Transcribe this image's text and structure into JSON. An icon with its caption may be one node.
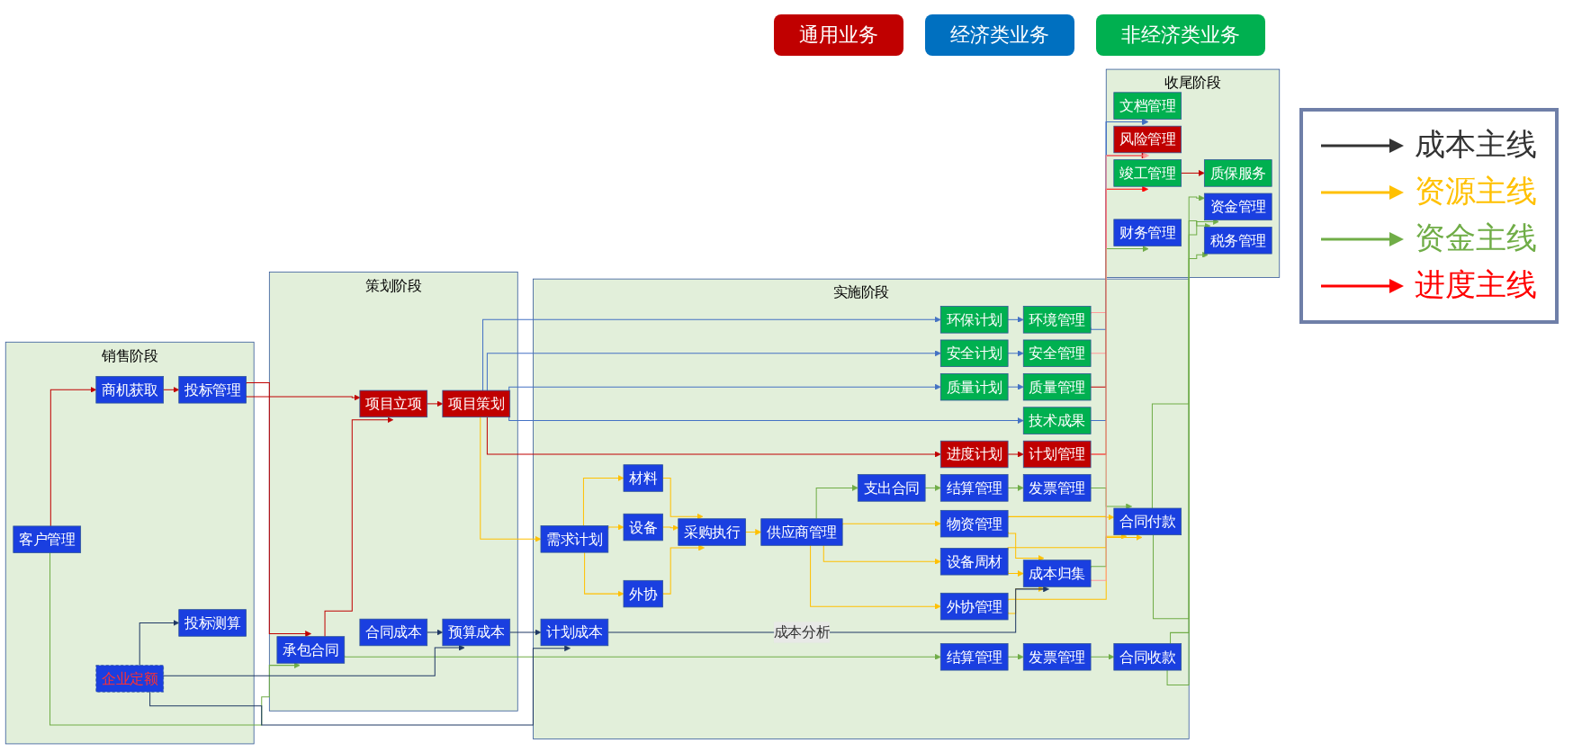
{
  "diagram": {
    "nodes": [
      {
        "text": [
          "销售阶段"
        ]
      },
      {
        "text": [
          "策划阶段"
        ]
      },
      {
        "text": [
          "实施阶段"
        ]
      },
      {
        "text": [
          "收尾阶段"
        ]
      },
      {
        "text": [
          "客户管理"
        ],
        "in": 0
      },
      {
        "text": [
          "商机获取"
        ],
        "in": 0
      },
      {
        "text": [
          "投标管理"
        ],
        "in": 0
      },
      {
        "text": [
          "投标测算"
        ],
        "in": 0
      },
      {
        "text": [
          "企业定额"
        ],
        "in": 0
      },
      {
        "text": [
          "承包合同"
        ],
        "in": 1
      },
      {
        "text": [
          "项目立项"
        ],
        "in": 1
      },
      {
        "text": [
          "项目策划"
        ],
        "in": 1
      },
      {
        "text": [
          "合同成本"
        ],
        "in": 1
      },
      {
        "text": [
          "预算成本"
        ],
        "in": 1
      },
      {
        "text": [
          "结算管理"
        ],
        "in": 2
      },
      {
        "text": [
          "发票管理"
        ],
        "in": 2
      },
      {
        "text": [
          "环保计划"
        ],
        "in": 2
      },
      {
        "text": [
          "环境管理"
        ],
        "in": 2
      },
      {
        "text": [
          "安全计划"
        ],
        "in": 2
      },
      {
        "text": [
          "安全管理"
        ],
        "in": 2
      },
      {
        "text": [
          "质量计划"
        ],
        "in": 2
      },
      {
        "text": [
          "质量管理"
        ],
        "in": 2
      },
      {
        "text": [
          "技术成果"
        ],
        "in": 2
      },
      {
        "text": [
          "进度计划"
        ],
        "in": 2
      },
      {
        "text": [
          "计划管理"
        ],
        "in": 2
      },
      {
        "text": [
          "需求计划"
        ],
        "in": 2
      },
      {
        "text": [
          "支出合同"
        ],
        "in": 2
      },
      {
        "text": [
          "结算管理"
        ],
        "in": 2
      },
      {
        "text": [
          "合同收款"
        ],
        "in": 2
      },
      {
        "text": [
          "发票管理"
        ],
        "in": 2
      },
      {
        "text": [
          "合同付款"
        ],
        "in": 2
      },
      {
        "text": [
          "材料"
        ],
        "in": 2
      },
      {
        "text": [
          "设备"
        ],
        "in": 2
      },
      {
        "text": [
          "外协"
        ],
        "in": 2
      },
      {
        "text": [
          "物资管理"
        ],
        "in": 2
      },
      {
        "text": [
          "供应商管理"
        ],
        "in": 2
      },
      {
        "text": [
          "设备周材"
        ],
        "in": 2
      },
      {
        "text": [
          "采购执行"
        ],
        "in": 2
      },
      {
        "text": [
          "外协管理"
        ],
        "in": 2
      },
      {
        "text": [
          "计划成本"
        ],
        "in": 2
      },
      {
        "text": [
          "成本归集"
        ],
        "in": 2
      },
      {
        "text": [
          "质保服务"
        ],
        "in": 3
      },
      {
        "text": [
          "竣工管理"
        ],
        "in": 3
      },
      {
        "text": [
          "文档管理"
        ],
        "in": 3
      },
      {
        "text": [
          "资金管理"
        ],
        "in": 3
      },
      {
        "text": [
          "税务管理"
        ],
        "in": 3
      },
      {
        "text": [
          "财务管理"
        ],
        "in": 3
      },
      {
        "text": [
          "风险管理"
        ],
        "in": 3
      }
    ],
    "edges": [
      {
        "from": 4,
        "to": 5,
        "arrow": "to",
        "color": "#c00000"
      },
      {
        "from": 5,
        "to": 6,
        "arrow": "to",
        "color": "#c00000"
      },
      {
        "from": 4,
        "to": 9,
        "arrow": "to",
        "color": "#70ad47"
      },
      {
        "from": 6,
        "to": 9,
        "arrow": "to",
        "color": "#c00000"
      },
      {
        "from": 6,
        "to": 10,
        "arrow": "to",
        "color": "#c00000"
      },
      {
        "from": 9,
        "to": 10,
        "arrow": "to",
        "color": "#c00000"
      },
      {
        "from": 10,
        "to": 11,
        "arrow": "to",
        "color": "#c00000"
      },
      {
        "from": 9,
        "to": 14,
        "arrow": "to",
        "color": "#70ad47"
      },
      {
        "from": 14,
        "to": 15,
        "arrow": "to",
        "color": "#70ad47"
      },
      {
        "from": 15,
        "to": 28,
        "arrow": "to",
        "color": "#70ad47"
      },
      {
        "from": 11,
        "to": 16,
        "arrow": "to",
        "color": "#4472c4"
      },
      {
        "from": 11,
        "to": 18,
        "arrow": "to",
        "color": "#4472c4"
      },
      {
        "from": 11,
        "to": 20,
        "arrow": "to",
        "color": "#4472c4"
      },
      {
        "from": 11,
        "to": 22,
        "arrow": "to",
        "color": "#4472c4"
      },
      {
        "from": 11,
        "to": 23,
        "arrow": "to",
        "color": "#c00000"
      },
      {
        "from": 11,
        "to": 25,
        "arrow": "to",
        "color": "#ffc000"
      },
      {
        "from": 16,
        "to": 17,
        "arrow": "to",
        "color": "#4472c4"
      },
      {
        "from": 18,
        "to": 19,
        "arrow": "to",
        "color": "#4472c4"
      },
      {
        "from": 20,
        "to": 21,
        "arrow": "to",
        "color": "#4472c4"
      },
      {
        "from": 23,
        "to": 24,
        "arrow": "to",
        "color": "#c00000"
      },
      {
        "from": 17,
        "to": 47,
        "arrow": "to",
        "color": "#ff9999"
      },
      {
        "from": 19,
        "to": 47,
        "arrow": "to",
        "color": "#ff9999"
      },
      {
        "from": 21,
        "to": 47,
        "arrow": "to",
        "color": "#c00000"
      },
      {
        "from": 17,
        "to": 43,
        "arrow": "to",
        "color": "#4472c4"
      },
      {
        "from": 22,
        "to": 43,
        "arrow": "to",
        "color": "#4472c4"
      },
      {
        "from": 24,
        "to": 42,
        "arrow": "to",
        "color": "#ff0000"
      },
      {
        "from": 42,
        "to": 41,
        "arrow": "to",
        "color": "#c00000"
      },
      {
        "from": 25,
        "to": 31,
        "arrow": "to",
        "color": "#ffc000"
      },
      {
        "from": 25,
        "to": 32,
        "arrow": "to",
        "color": "#ffc000"
      },
      {
        "from": 25,
        "to": 33,
        "arrow": "to",
        "color": "#ffc000"
      },
      {
        "from": 31,
        "to": 37,
        "arrow": "to",
        "color": "#ffc000"
      },
      {
        "from": 32,
        "to": 37,
        "arrow": "to",
        "color": "#ffc000"
      },
      {
        "from": 33,
        "to": 37,
        "arrow": "to",
        "color": "#ffc000"
      },
      {
        "from": 37,
        "to": 35,
        "arrow": "to",
        "color": "#ffc000"
      },
      {
        "from": 35,
        "to": 26,
        "arrow": "to",
        "color": "#70ad47"
      },
      {
        "from": 26,
        "to": 27,
        "arrow": "to",
        "color": "#70ad47"
      },
      {
        "from": 27,
        "to": 29,
        "arrow": "to",
        "color": "#70ad47"
      },
      {
        "from": 29,
        "to": 30,
        "arrow": "to",
        "color": "#70ad47"
      },
      {
        "from": 35,
        "to": 34,
        "arrow": "to",
        "color": "#ffc000"
      },
      {
        "from": 35,
        "to": 36,
        "arrow": "to",
        "color": "#ffc000"
      },
      {
        "from": 35,
        "to": 38,
        "arrow": "to",
        "color": "#ffc000"
      },
      {
        "from": 34,
        "to": 30,
        "arrow": "to",
        "color": "#ffc000"
      },
      {
        "from": 36,
        "to": 30,
        "arrow": "to",
        "color": "#ffc000"
      },
      {
        "from": 38,
        "to": 30,
        "arrow": "to",
        "color": "#ffc000"
      },
      {
        "from": 34,
        "to": 40,
        "arrow": "to",
        "color": "#ffc000"
      },
      {
        "from": 36,
        "to": 40,
        "arrow": "to",
        "color": "#ffc000"
      },
      {
        "from": 38,
        "to": 40,
        "arrow": "to",
        "color": "#ffc000"
      },
      {
        "from": 28,
        "to": 44,
        "arrow": "to",
        "color": "#70ad47"
      },
      {
        "from": 28,
        "to": 45,
        "arrow": "to",
        "color": "#70ad47"
      },
      {
        "from": 30,
        "to": 44,
        "arrow": "to",
        "color": "#70ad47"
      },
      {
        "from": 30,
        "to": 45,
        "arrow": "to",
        "color": "#70ad47"
      },
      {
        "from": 40,
        "to": 46,
        "arrow": "to",
        "color": "#70ad47"
      },
      {
        "from": 40,
        "to": 47,
        "arrow": "to",
        "color": "#ff9999"
      },
      {
        "from": 8,
        "to": 7,
        "arrow": "to",
        "color": "#1f3864"
      },
      {
        "from": 8,
        "to": 13,
        "arrow": "to",
        "color": "#1f3864"
      },
      {
        "from": 12,
        "to": 13,
        "arrow": "to",
        "color": "#1f3864"
      },
      {
        "from": 8,
        "to": 39,
        "arrow": "to",
        "color": "#1f3864"
      },
      {
        "from": 13,
        "to": 39,
        "arrow": "to",
        "color": "#1f3864"
      },
      {
        "from": 39,
        "to": 40,
        "arrow": "to",
        "color": "#1f3864",
        "label": "成本分析"
      }
    ],
    "legend": [
      {
        "text": "通用业务",
        "color": "#c00000"
      },
      {
        "text": "经济类业务",
        "color": "#0070c0"
      },
      {
        "text": "非经济类业务",
        "color": "#00b050"
      },
      {
        "text": "成本主线"
      },
      {
        "text": "资源主线"
      },
      {
        "text": "资金主线"
      },
      {
        "text": "进度主线"
      }
    ]
  }
}
